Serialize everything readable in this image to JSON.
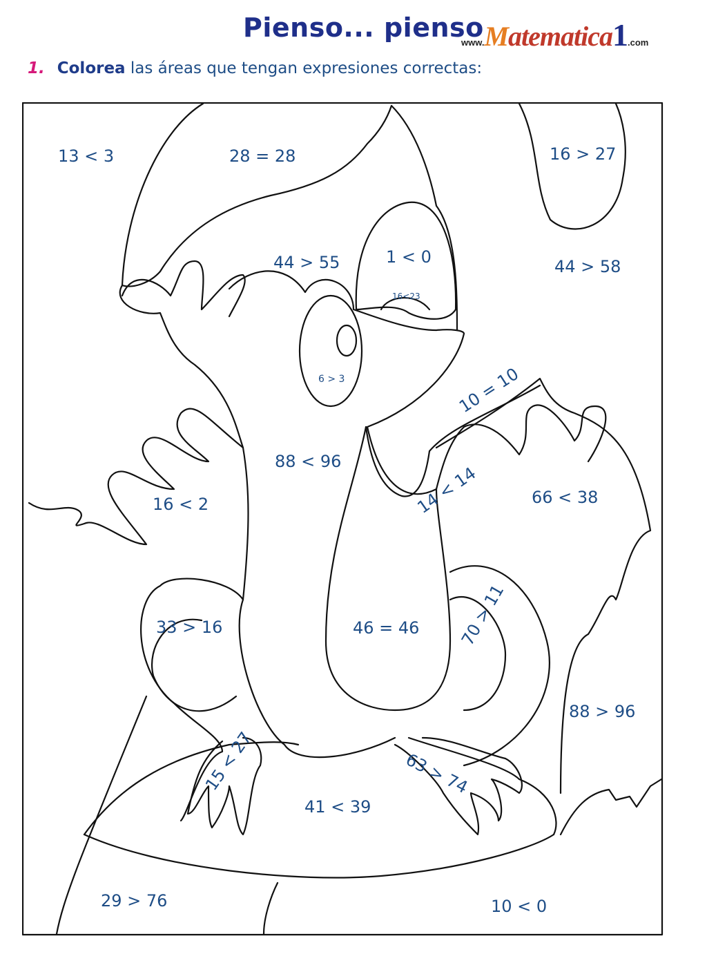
{
  "header": {
    "title": "Pienso... pienso",
    "logo": {
      "prefix": "www.",
      "first_letter": "M",
      "rest": "atematica",
      "number": "1",
      "suffix": ".com"
    }
  },
  "exercise": {
    "number": "1.",
    "verb": "Colorea",
    "rest": " las áreas que tengan expresiones correctas:"
  },
  "regions": [
    {
      "id": "r1",
      "text": "13 < 3"
    },
    {
      "id": "r2",
      "text": "28 = 28"
    },
    {
      "id": "r3",
      "text": "16 > 27"
    },
    {
      "id": "r4",
      "text": "44 > 55"
    },
    {
      "id": "r5",
      "text": "1 < 0"
    },
    {
      "id": "r6",
      "text": "44 > 58"
    },
    {
      "id": "r7",
      "text": "16<23"
    },
    {
      "id": "r8",
      "text": "6 > 3"
    },
    {
      "id": "r9",
      "text": "10 = 10"
    },
    {
      "id": "r10",
      "text": "88 < 96"
    },
    {
      "id": "r11",
      "text": "16 < 2"
    },
    {
      "id": "r12",
      "text": "14 < 14"
    },
    {
      "id": "r13",
      "text": "66 < 38"
    },
    {
      "id": "r14",
      "text": "33 > 16"
    },
    {
      "id": "r15",
      "text": "46 = 46"
    },
    {
      "id": "r16",
      "text": "70 > 11"
    },
    {
      "id": "r17",
      "text": "88 > 96"
    },
    {
      "id": "r18",
      "text": "15 < 27"
    },
    {
      "id": "r19",
      "text": "63 > 74"
    },
    {
      "id": "r20",
      "text": "41 < 39"
    },
    {
      "id": "r21",
      "text": "29 > 76"
    },
    {
      "id": "r22",
      "text": "10 < 0"
    }
  ]
}
